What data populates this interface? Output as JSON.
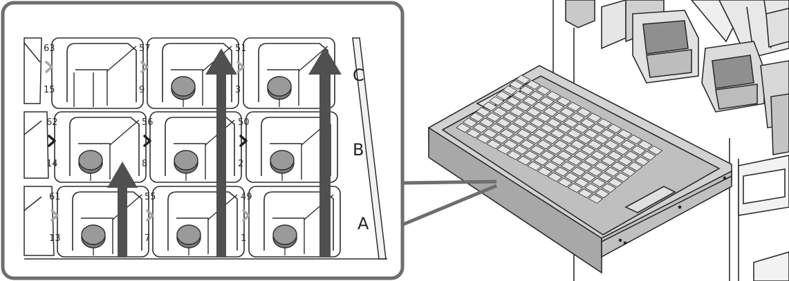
{
  "diagram": {
    "colors": {
      "line": "#2b2b2b",
      "tray_fill": "#d2d2d2",
      "tray_shade": "#a8a8a8",
      "cell_fill": "#ffffff",
      "pill_fill": "#9a9a9a",
      "arrow_fill": "#505050",
      "chevron_dark": "#1f1f1f",
      "chevron_light": "#a6a6a6",
      "callout_border": "#6e6e6e"
    },
    "rows": {
      "top": "C",
      "middle": "B",
      "bottom": "A"
    },
    "columns": [
      {
        "top": "63",
        "top_sub": "15",
        "mid": "62",
        "mid_sub": "14",
        "bot": "61",
        "bot_sub": "13"
      },
      {
        "top": "57",
        "top_sub": "9",
        "mid": "56",
        "mid_sub": "8",
        "bot": "55",
        "bot_sub": "7"
      },
      {
        "top": "51",
        "top_sub": "3",
        "mid": "50",
        "mid_sub": "2",
        "bot": "49",
        "bot_sub": "1"
      }
    ]
  }
}
